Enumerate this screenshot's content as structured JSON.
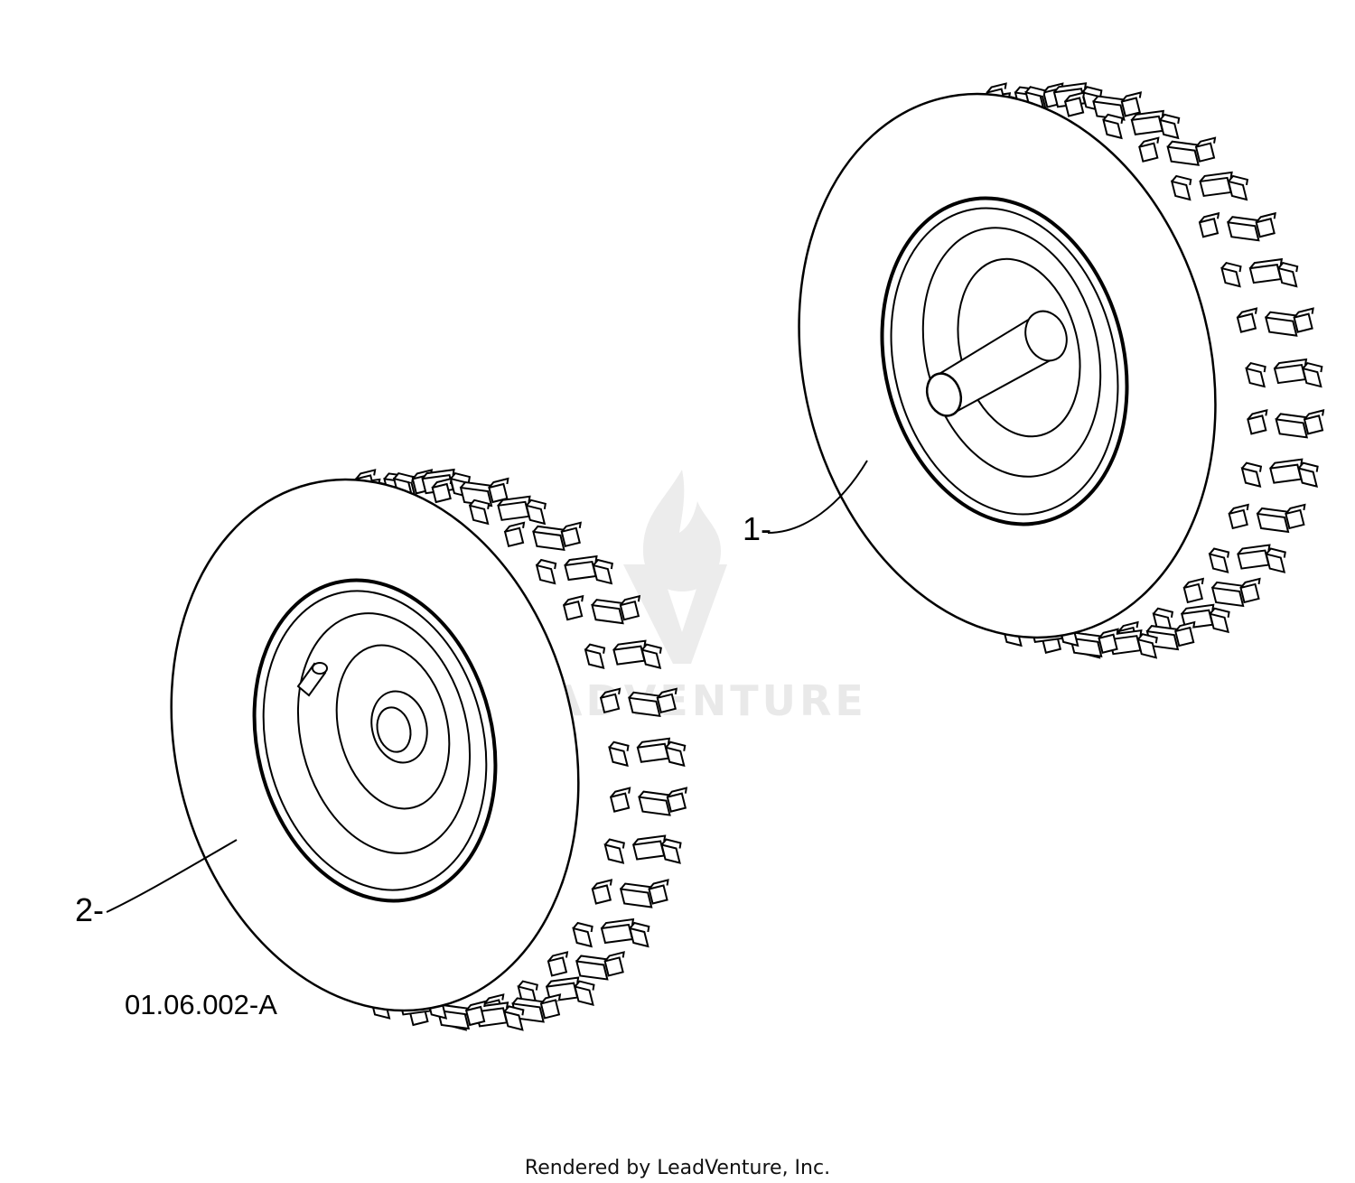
{
  "callouts": [
    {
      "label": "1"
    },
    {
      "label": "2"
    }
  ],
  "diagram_ref": "01.06.002-A",
  "watermark": {
    "text": "LEADVENTURE"
  },
  "footer": {
    "credit": "Rendered by LeadVenture, Inc."
  },
  "colors": {
    "line": "#000000",
    "background": "#ffffff",
    "watermark": "#e9e9e9"
  }
}
